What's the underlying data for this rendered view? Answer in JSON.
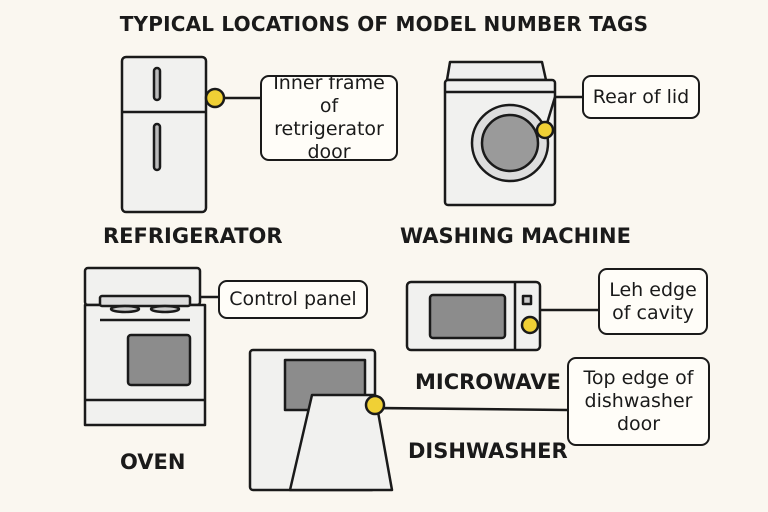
{
  "title": "TYPICAL LOCATIONS OF MODEL NUMBER TAGS",
  "colors": {
    "background": "#faf7f0",
    "tag_marker": "#f0d035",
    "outline": "#1a1a1a"
  },
  "appliances": [
    {
      "name": "REFRIGERATOR",
      "tag_location": "Inner frame of retrigerator door"
    },
    {
      "name": "WASHING MACHINE",
      "tag_location": "Rear of lid"
    },
    {
      "name": "OVEN",
      "tag_location": "Control panel"
    },
    {
      "name": "MICROWAVE",
      "tag_location": "Leh edge of cavity"
    },
    {
      "name": "DISHWASHER",
      "tag_location": "Top edge of dishwasher door"
    }
  ]
}
